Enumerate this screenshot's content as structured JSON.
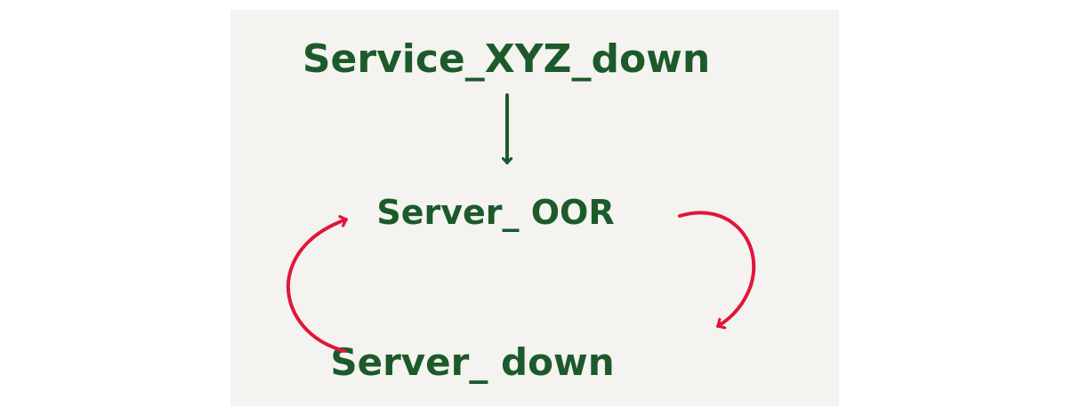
{
  "nodes": {
    "service_down": "Service_XYZ_down",
    "server_oor": "Server_ OOR",
    "server_down": "Server_ down"
  },
  "colors": {
    "background": "#f4f3ef",
    "text": "#1c5a2b",
    "dependency_arrow": "#1c5a2b",
    "cycle_arrow": "#e0163c"
  }
}
